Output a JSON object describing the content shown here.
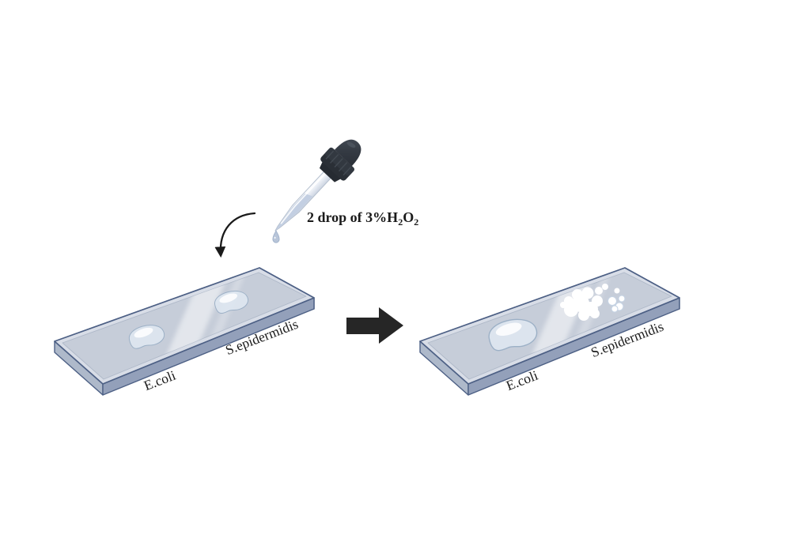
{
  "diagram": {
    "type": "catalase-test-procedure",
    "annotation": {
      "p1": "2 drop of 3%H",
      "sub1": "2",
      "p2": "O",
      "sub2": "2"
    },
    "slide_before": {
      "spot1_label": "E.coli",
      "spot2_label": "S.epidermidis"
    },
    "slide_after": {
      "spot1_label": "E.coli",
      "spot2_label": "S.epidermidis"
    },
    "icons": {
      "dropper": "dropper-icon",
      "curved_arrow": "curved-arrow-icon",
      "flow_arrow": "right-block-arrow-icon",
      "bubbles": "bubbles-foam-icon",
      "droplet": "liquid-droplet-icon"
    },
    "colors": {
      "background": "#ffffff",
      "slide_surface": "#c6cdd9",
      "slide_rim": "#d8dde7",
      "slide_outline": "#4d6085",
      "slide_side_light": "#aeb9ca",
      "slide_side_dark": "#93a0ba",
      "droplet_fill": "#dde6f0",
      "droplet_outline": "#9cb0c6",
      "liquid": "#c3cfe2",
      "bulb_dark": "#31373f",
      "collar_dark": "#282d34",
      "arrow_black": "#262626",
      "text": "#1a1a1a",
      "bubbles": "#ffffff"
    }
  }
}
